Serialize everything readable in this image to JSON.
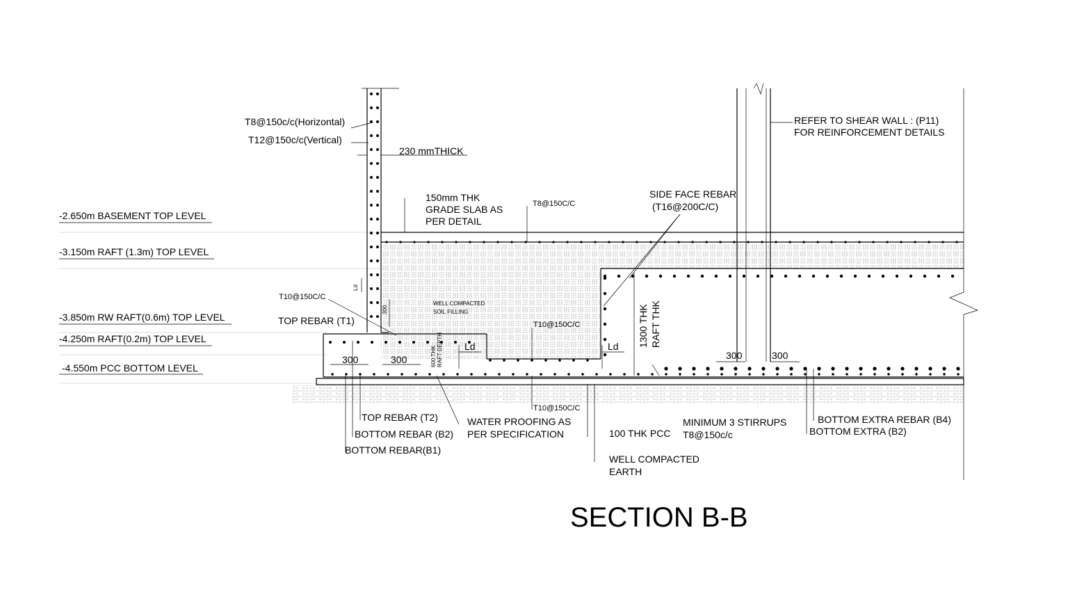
{
  "title": "SECTION B-B",
  "levels": {
    "basement_top": "-2.650m BASEMENT TOP LEVEL",
    "raft_13_top": "-3.150m RAFT (1.3m) TOP LEVEL",
    "rw_raft_top": "-3.850m RW RAFT(0.6m) TOP LEVEL",
    "raft_02_top": "-4.250m RAFT(0.2m) TOP LEVEL",
    "pcc_bottom": "-4.550m PCC BOTTOM LEVEL"
  },
  "labels": {
    "t8_horizontal": "T8@150c/c(Horizontal)",
    "t12_vertical": "T12@150c/c(Vertical)",
    "wall_thick": "230 mmTHICK",
    "slab_1": "150mm THK",
    "slab_2": "GRADE SLAB AS",
    "slab_3": "PER DETAIL",
    "t8_150": "T8@150C/C",
    "side_face_1": "SIDE FACE REBAR",
    "side_face_2": "(T16@200C/C)",
    "shear_1": "REFER TO SHEAR WALL : (P11)",
    "shear_2": "FOR REINFORCEMENT DETAILS",
    "t10_left": "T10@150C/C",
    "top_rebar_t1": "TOP REBAR (T1)",
    "soil_1": "WELL COMPACTED",
    "soil_2": "SOIL FILLING",
    "t10_mid_top": "T10@150C/C",
    "t10_mid_bot": "T10@150C/C",
    "raft_thk_1": "1300 THK",
    "raft_thk_2": "RAFT THK",
    "raft_depth_1": "600 THK",
    "raft_depth_2": "RAFT DEPTH",
    "top_rebar_t2": "TOP REBAR (T2)",
    "bottom_b2": "BOTTOM REBAR (B2)",
    "bottom_b1": "BOTTOM REBAR(B1)",
    "wp_1": "WATER PROOFING AS",
    "wp_2": "PER SPECIFICATION",
    "pcc": "100 THK PCC",
    "earth_1": "WELL COMPACTED",
    "earth_2": "EARTH",
    "stirrups_1": "MINIMUM 3 STIRRUPS",
    "stirrups_2": "T8@150c/c",
    "b4": "BOTTOM EXTRA REBAR (B4)",
    "b2_extra": "BOTTOM EXTRA (B2)"
  },
  "dims": {
    "d300_a": "300",
    "d300_b": "300",
    "d300_c": "300",
    "d300_d": "300",
    "ld_a": "Ld",
    "ld_b": "Ld",
    "ld_small": "Ld",
    "d300_small": "300"
  }
}
